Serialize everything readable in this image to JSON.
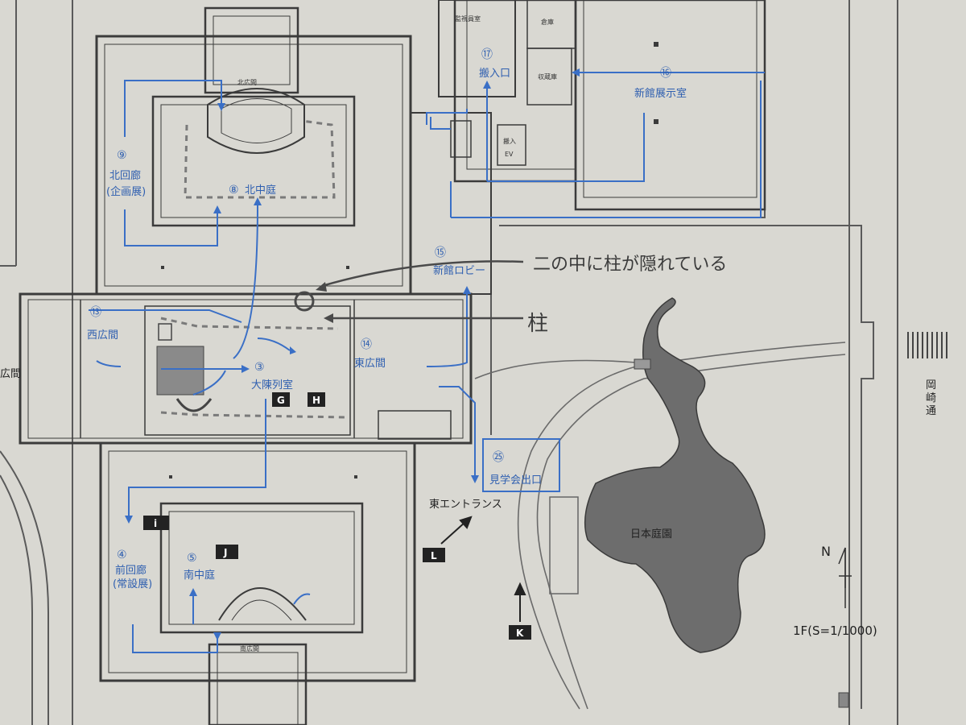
{
  "colors": {
    "paper": "#d9d8d2",
    "route": "#3a6fc6",
    "walls": "#3b3b3b",
    "pond": "#6d6d6d",
    "annotation": "#4a4a4a"
  },
  "rooms": {
    "north_hall": "北広間",
    "kanshi": "監視員室",
    "souko": "倉庫",
    "shuzoko": "収蔵庫",
    "hannyu_ev_1": "搬入",
    "hannyu_ev_2": "EV",
    "south_hall": "南広間",
    "west_edge": "広間"
  },
  "stops": {
    "s3": {
      "num": "③",
      "label": "大陳列室"
    },
    "s4": {
      "num": "④",
      "label_1": "前回廊",
      "label_2": "(常設展)"
    },
    "s5": {
      "num": "⑤",
      "label": "南中庭"
    },
    "s8": {
      "num": "⑧",
      "label": "北中庭"
    },
    "s9": {
      "num": "⑨",
      "label_1": "北回廊",
      "label_2": "(企画展)"
    },
    "s13": {
      "num": "⑬",
      "label": "西広間"
    },
    "s14": {
      "num": "⑭",
      "label": "東広間"
    },
    "s15": {
      "num": "⑮",
      "label": "新館ロビー"
    },
    "s16": {
      "num": "⑯",
      "label": "新館展示室"
    },
    "s17": {
      "num": "⑰",
      "label": "搬入口"
    },
    "s25": {
      "num": "㉕",
      "label": "見学会出口"
    }
  },
  "tags": {
    "G": "G",
    "H": "H",
    "I": "i",
    "J": "J",
    "K": "K",
    "L": "L"
  },
  "labels": {
    "east_entrance": "東エントランス",
    "garden": "日本庭園",
    "street_1": "岡",
    "street_2": "崎",
    "street_3": "通",
    "north": "N",
    "scale": "1F(S=1/1000)"
  },
  "annotations": {
    "hidden_pillar": "二の中に柱が隠れている",
    "pillar": "柱"
  }
}
